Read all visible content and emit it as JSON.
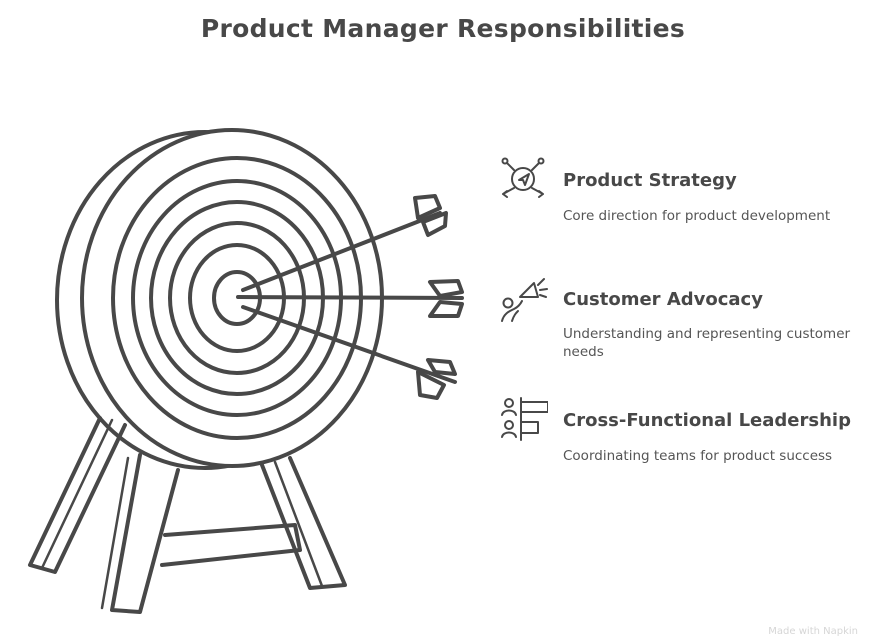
{
  "title": "Product Manager Responsibilities",
  "colors": {
    "stroke": "#484848",
    "text": "#484848",
    "background": "#ffffff"
  },
  "illustration": {
    "type": "archery-target",
    "rings": 7,
    "arrows": 3
  },
  "items": [
    {
      "icon": "strategy-navigation-icon",
      "heading": "Product Strategy",
      "description": "Core direction for product development"
    },
    {
      "icon": "megaphone-person-icon",
      "heading": "Customer Advocacy",
      "description": "Understanding and representing customer needs"
    },
    {
      "icon": "team-flags-icon",
      "heading": "Cross-Functional Leadership",
      "description": "Coordinating teams for product success"
    }
  ],
  "watermark": "Made with Napkin"
}
